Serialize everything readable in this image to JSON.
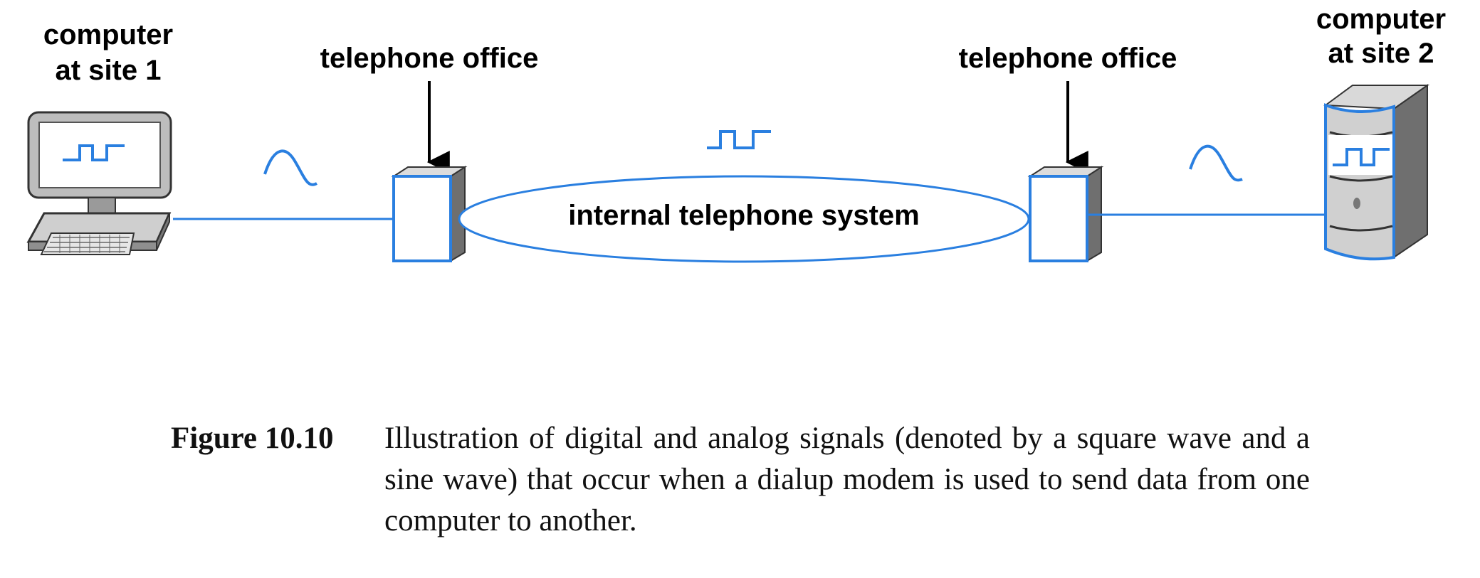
{
  "diagram": {
    "site1_label": [
      "computer",
      "at site 1"
    ],
    "site2_label": [
      "computer",
      "at site 2"
    ],
    "office_left_label": "telephone office",
    "office_right_label": "telephone office",
    "cloud_label": "internal telephone system"
  },
  "caption": {
    "label": "Figure 10.10",
    "text": "Illustration of digital and analog signals (denoted by a square wave and a sine wave) that occur when a dialup modem is used to send data from one computer to another."
  },
  "colors": {
    "signal_blue": "#2a7fe0",
    "device_gray": "#c8c8c8",
    "device_dark": "#7a7a7a"
  }
}
